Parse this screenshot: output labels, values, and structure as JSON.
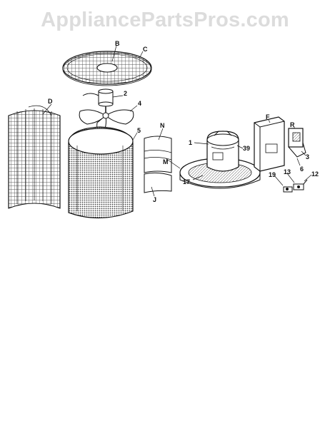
{
  "watermark": "AppliancePartsPros.com",
  "labels": {
    "b": "B",
    "c": "C",
    "d": "D",
    "two": "2",
    "four": "4",
    "five": "5",
    "n": "N",
    "m": "M",
    "j": "J",
    "one": "1",
    "thirtynine": "39",
    "seventeen": "17",
    "f": "F",
    "r": "R",
    "three": "3",
    "six": "6",
    "nineteen": "19",
    "thirteen": "13",
    "twelve": "12"
  }
}
